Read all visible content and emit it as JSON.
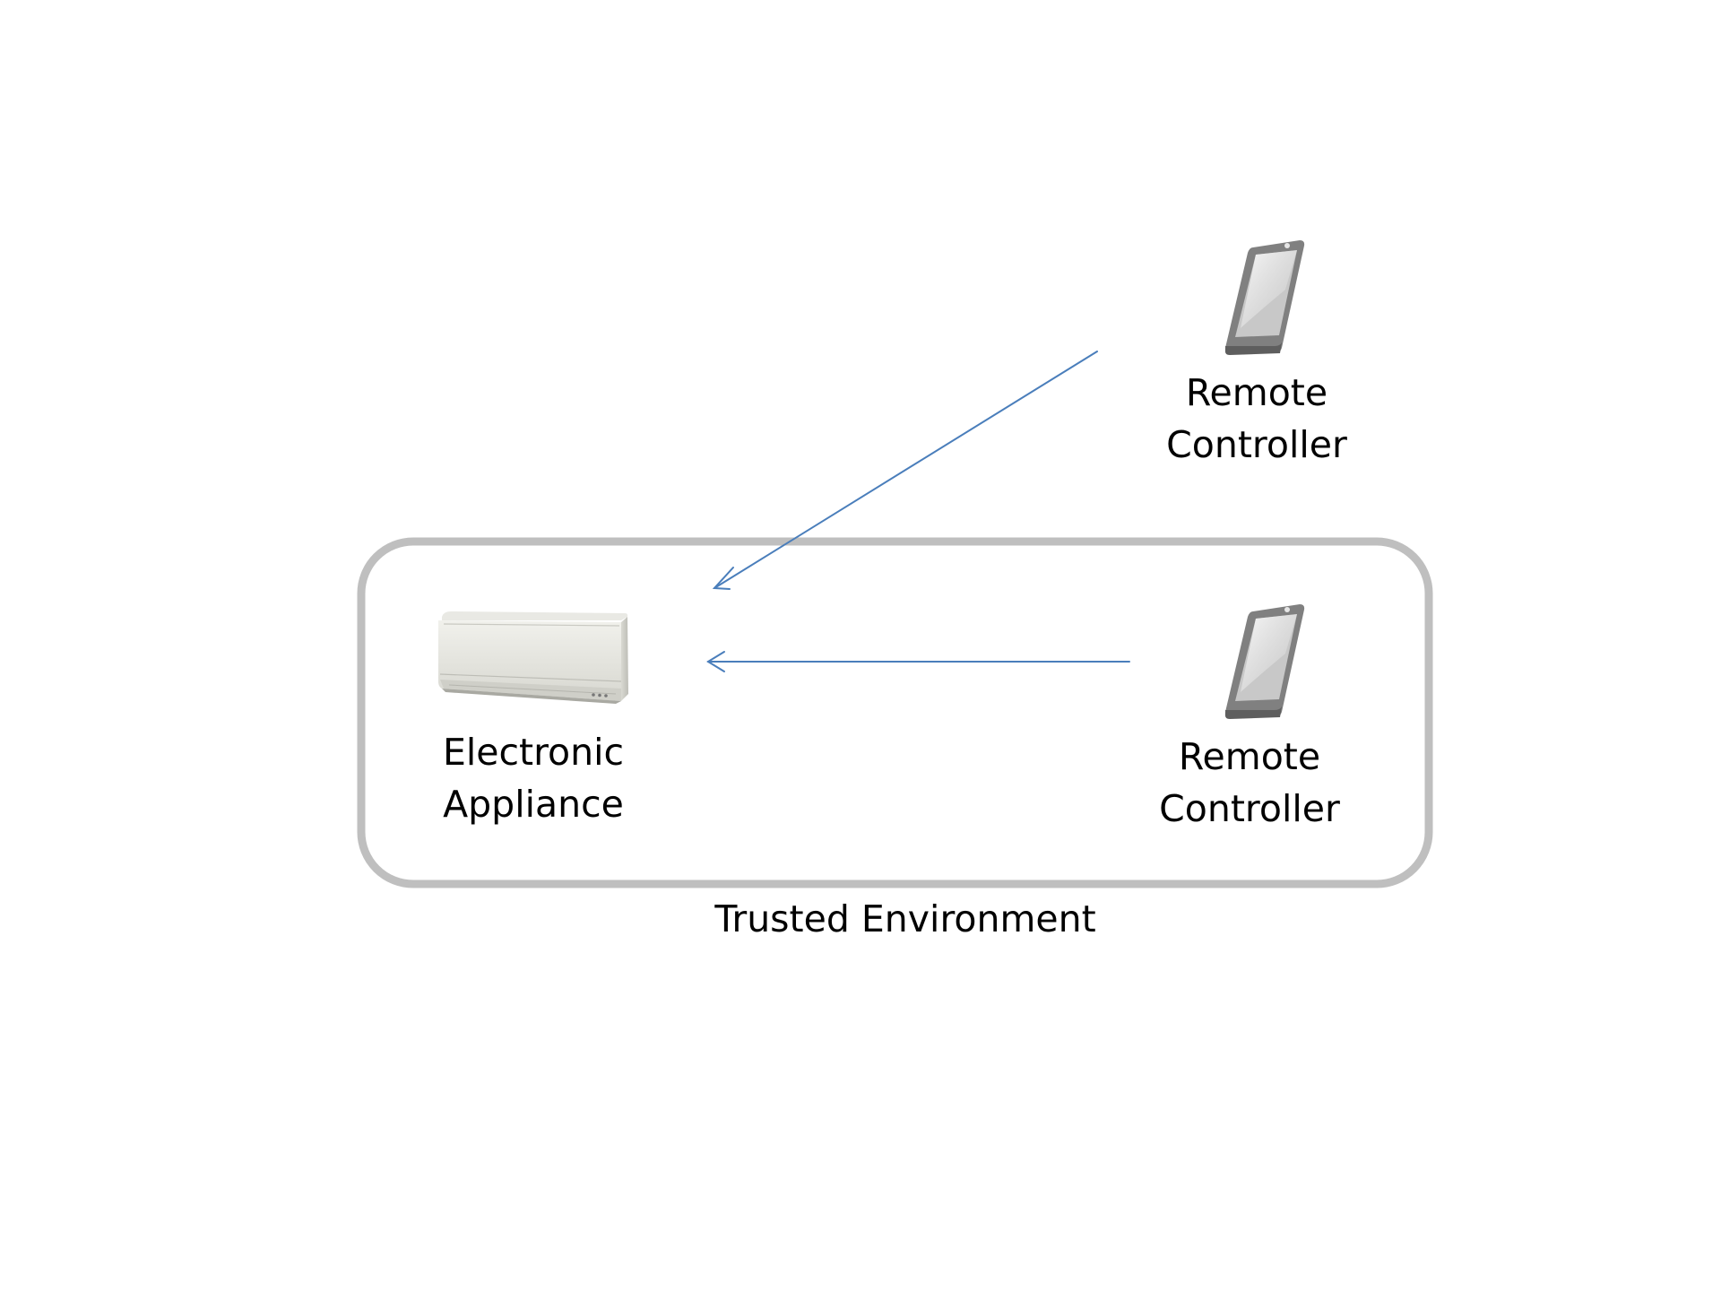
{
  "nodes": {
    "remote_top": {
      "line1": "Remote",
      "line2": "Controller",
      "icon": "smartphone-icon"
    },
    "remote_inner": {
      "line1": "Remote",
      "line2": "Controller",
      "icon": "smartphone-icon"
    },
    "appliance": {
      "line1": "Electronic",
      "line2": "Appliance",
      "icon": "air-conditioner-icon"
    }
  },
  "boundary": {
    "label": "Trusted Environment"
  },
  "colors": {
    "arrow": "#4a7ebb",
    "boundary": "#bfbfbf",
    "device_dark": "#808080",
    "device_screen": "#c6c6c6"
  }
}
